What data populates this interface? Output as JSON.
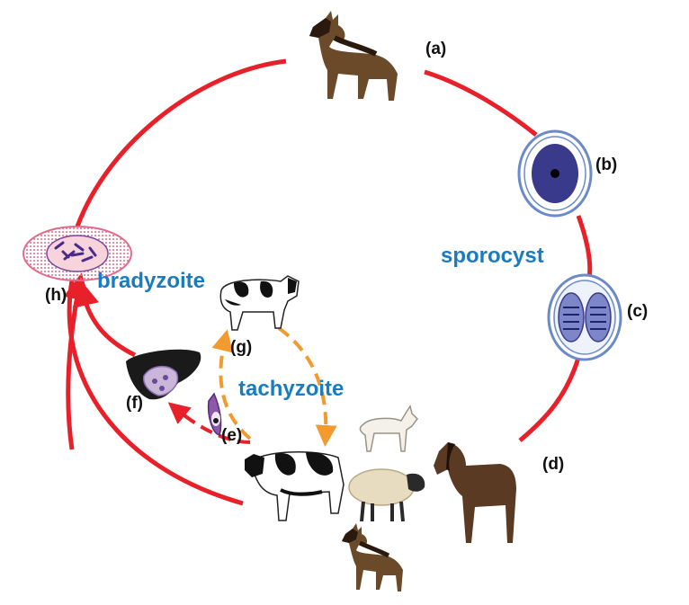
{
  "labels": {
    "a": "(a)",
    "b": "(b)",
    "c": "(c)",
    "d": "(d)",
    "e": "(e)",
    "f": "(f)",
    "g": "(g)",
    "h": "(h)"
  },
  "stages": {
    "sporocyst": "sporocyst",
    "bradyzoite": "bradyzoite",
    "tachyzoite": "tachyzoite"
  },
  "icons": {
    "a": "dog-icon",
    "b": "oocyst-icon",
    "c": "sporulated-oocyst-icon",
    "d": [
      "goat-icon",
      "sheep-icon",
      "horse-icon",
      "dog-icon"
    ],
    "e": "tachyzoite-cell-icon",
    "f": "infected-tissue-icon",
    "g": "cow-icon",
    "h": "tissue-cyst-icon",
    "host": "cow-icon"
  },
  "colors": {
    "cycle": "#e8202a",
    "tachyzoite_arrow": "#f29a2e",
    "stage_text": "#1a7cc0",
    "oocyst_fill": "#3a3a8c"
  }
}
